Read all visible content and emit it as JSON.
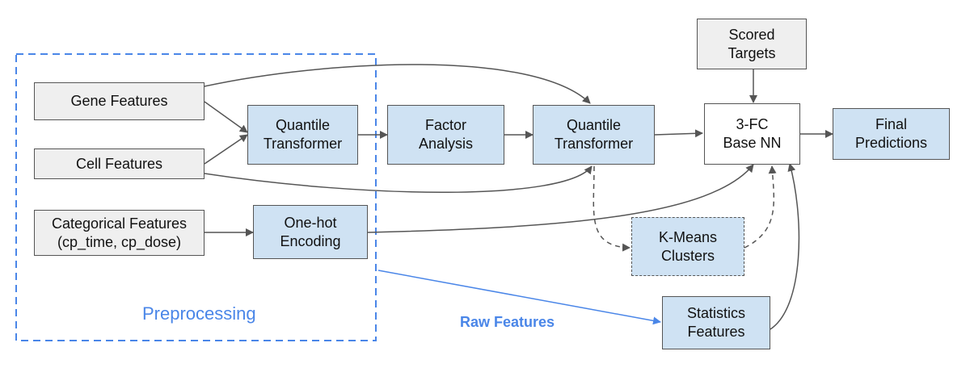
{
  "nodes": {
    "gene": "Gene Features",
    "cell": "Cell Features",
    "categorical": "Categorical Features\n(cp_time, cp_dose)",
    "qt1": "Quantile\nTransformer",
    "onehot": "One-hot\nEncoding",
    "factor": "Factor\nAnalysis",
    "qt2": "Quantile\nTransformer",
    "scored": "Scored\nTargets",
    "nn": "3-FC\nBase NN",
    "final": "Final\nPredictions",
    "kmeans": "K-Means\nClusters",
    "stats": "Statistics\nFeatures"
  },
  "labels": {
    "preprocessing": "Preprocessing",
    "raw_features": "Raw Features"
  },
  "colors": {
    "input_fill": "#efefef",
    "process_fill": "#cfe2f3",
    "border": "#555555",
    "arrow": "#555555",
    "accent_blue": "#4a86e8"
  }
}
